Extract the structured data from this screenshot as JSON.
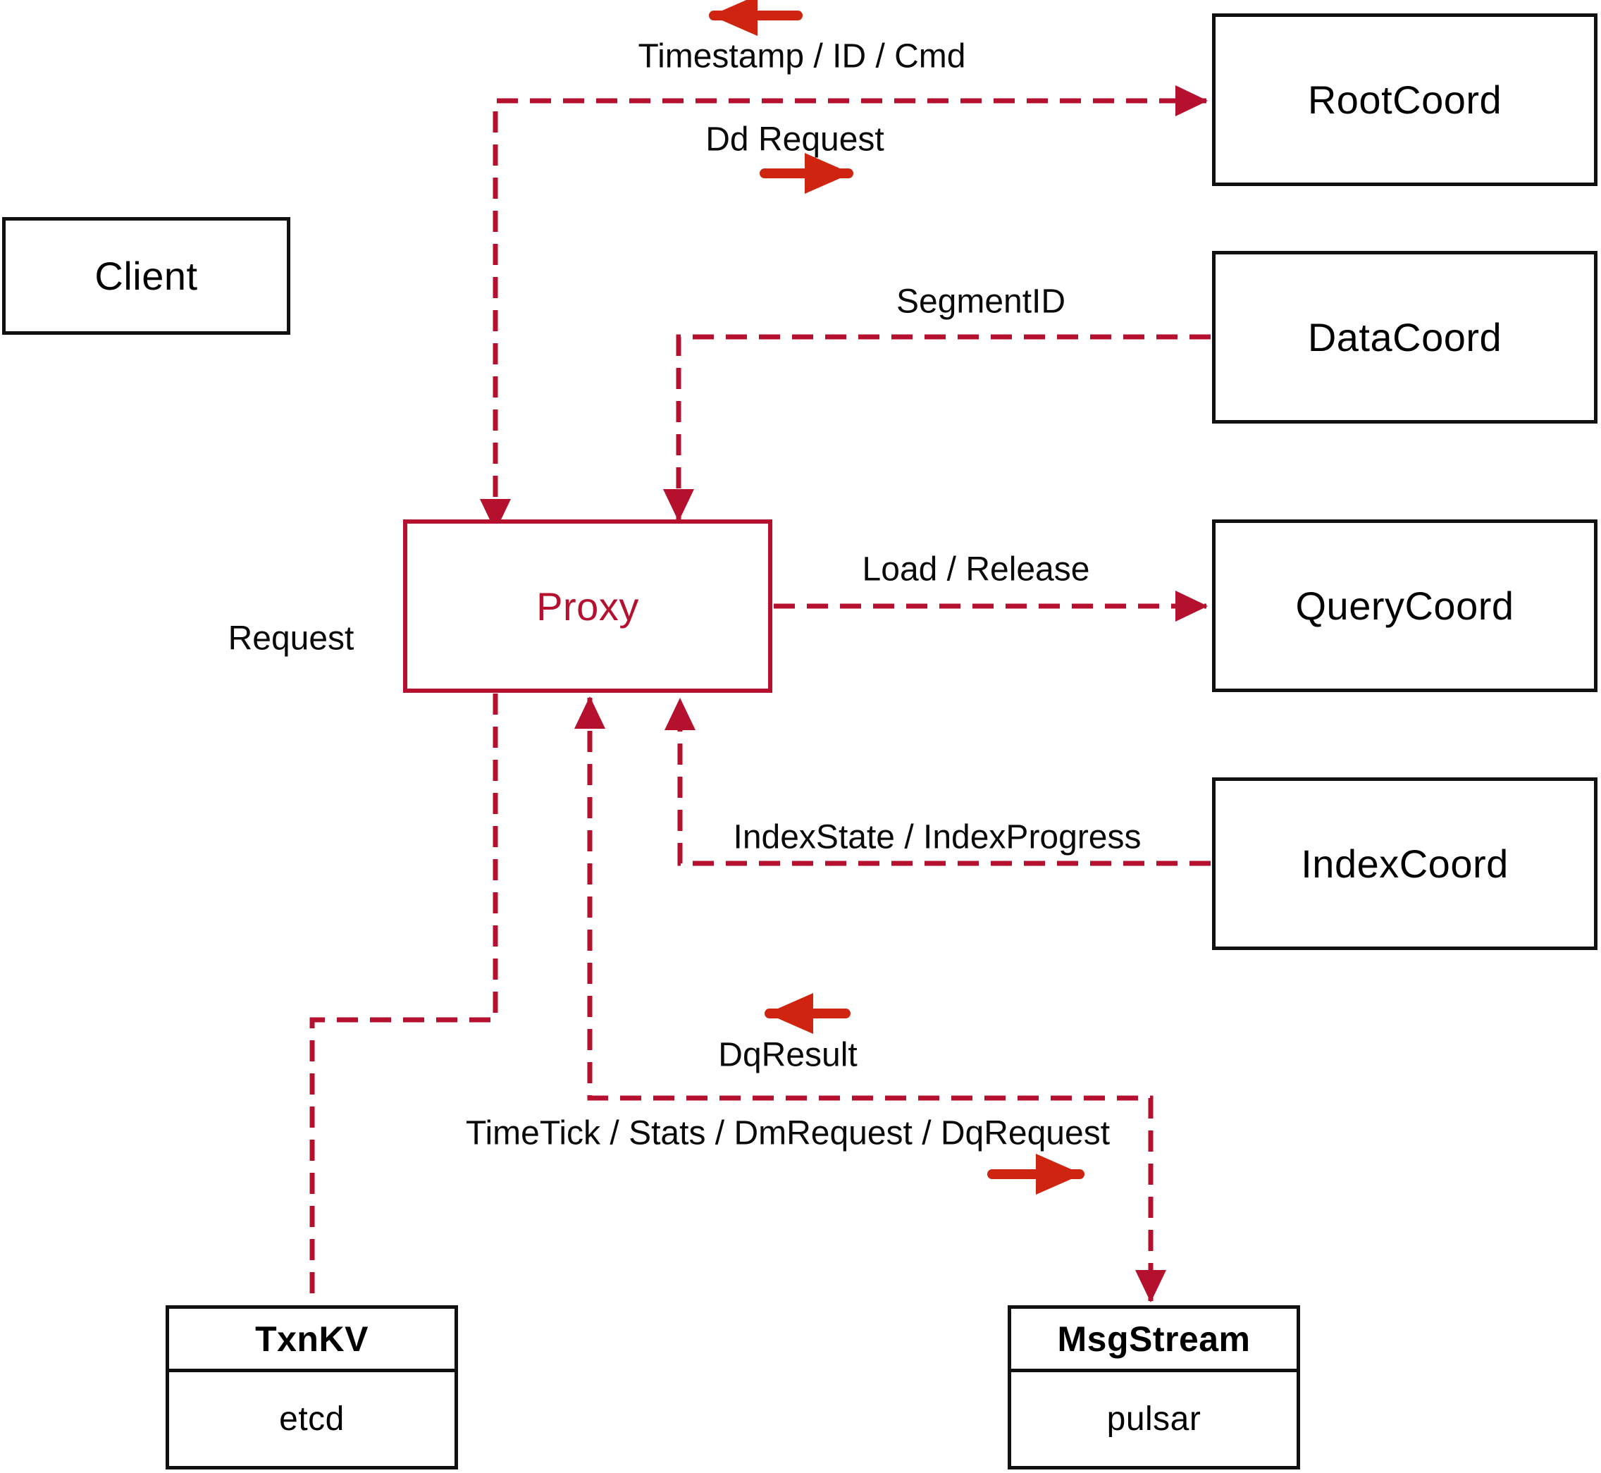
{
  "diagram": {
    "title_hint": "Proxy architecture diagram",
    "colors": {
      "background": "#ffffff",
      "dashed_line": "#b5112f",
      "solid_arrow": "#cf2410",
      "box_border": "#111111",
      "proxy_accent": "#b5112f",
      "label_text": "#000000"
    },
    "nodes": {
      "client": {
        "label": "Client"
      },
      "proxy": {
        "label": "Proxy"
      },
      "root_coord": {
        "label": "RootCoord"
      },
      "data_coord": {
        "label": "DataCoord"
      },
      "query_coord": {
        "label": "QueryCoord"
      },
      "index_coord": {
        "label": "IndexCoord"
      },
      "txn_kv": {
        "title": "TxnKV",
        "subtitle": "etcd"
      },
      "msg_stream": {
        "title": "MsgStream",
        "subtitle": "pulsar"
      }
    },
    "edge_labels": {
      "timestamp": "Timestamp / ID / Cmd",
      "dd_request": "Dd Request",
      "segment_id": "SegmentID",
      "load_release": "Load / Release",
      "index_state": "IndexState / IndexProgress",
      "request": "Request",
      "dq_result": "DqResult",
      "time_tick": "TimeTick / Stats / DmRequest / DqRequest"
    }
  }
}
